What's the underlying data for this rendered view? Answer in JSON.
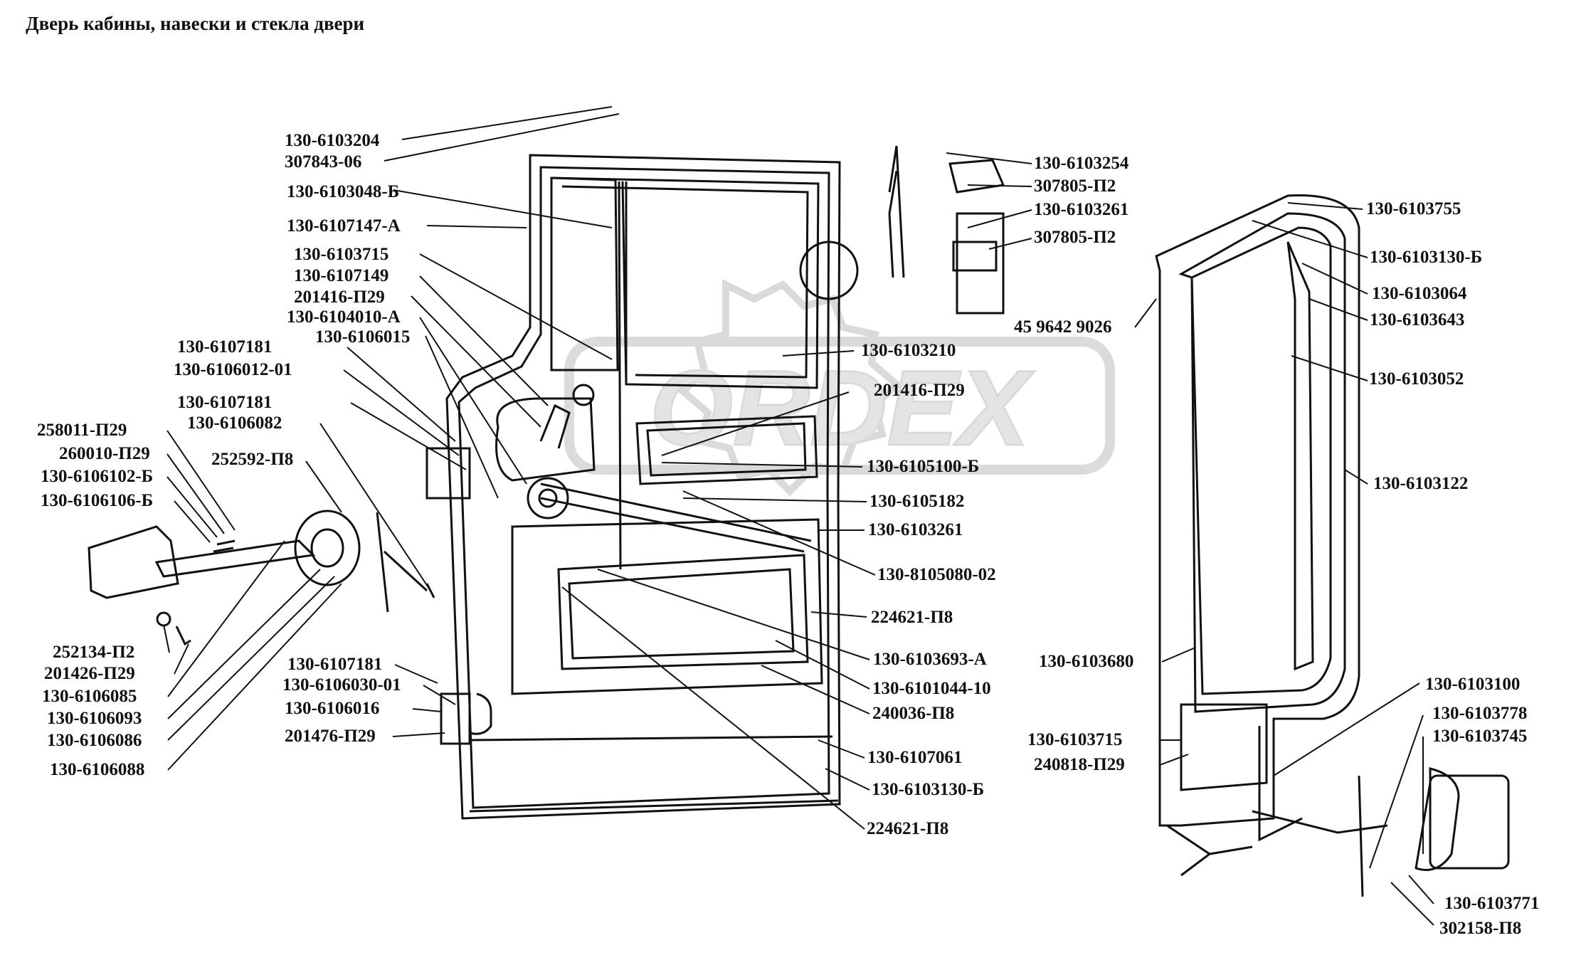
{
  "title": "Дверь кабины, навески и стекла двери",
  "watermark": "ORDEX",
  "labels": [
    "130-6103204",
    "307843-06",
    "130-6103048-Б",
    "130-6107147-А",
    "130-6103715",
    "130-6107149",
    "201416-П29",
    "130-6104010-А",
    "130-6106015",
    "130-6107181",
    "130-6106012-01",
    "130-6107181",
    "130-6106082",
    "258011-П29",
    "260010-П29",
    "130-6106102-Б",
    "130-6106106-Б",
    "252592-П8",
    "252134-П2",
    "201426-П29",
    "130-6106085",
    "130-6106093",
    "130-6106086",
    "130-6106088",
    "130-6107181",
    "130-6106030-01",
    "130-6106016",
    "201476-П29",
    "130-6103210",
    "201416-П29",
    "130-6105100-Б",
    "130-6105182",
    "130-6103261",
    "130-8105080-02",
    "224621-П8",
    "130-6103693-А",
    "130-6101044-10",
    "240036-П8",
    "130-6107061",
    "130-6103130-Б",
    "224621-П8",
    "130-6103254",
    "307805-П2",
    "130-6103261",
    "307805-П2",
    "130-6103755",
    "130-6103130-Б",
    "130-6103064",
    "130-6103643",
    "130-6103052",
    "130-6103122",
    "45 9642 9026",
    "130-6103680",
    "130-6103715",
    "240818-П29",
    "130-6103100",
    "130-6103778",
    "130-6103745",
    "130-6103771",
    "302158-П8"
  ],
  "colors": {
    "ink": "#111111",
    "watermark": "#bdbdbd",
    "background": "#ffffff"
  }
}
